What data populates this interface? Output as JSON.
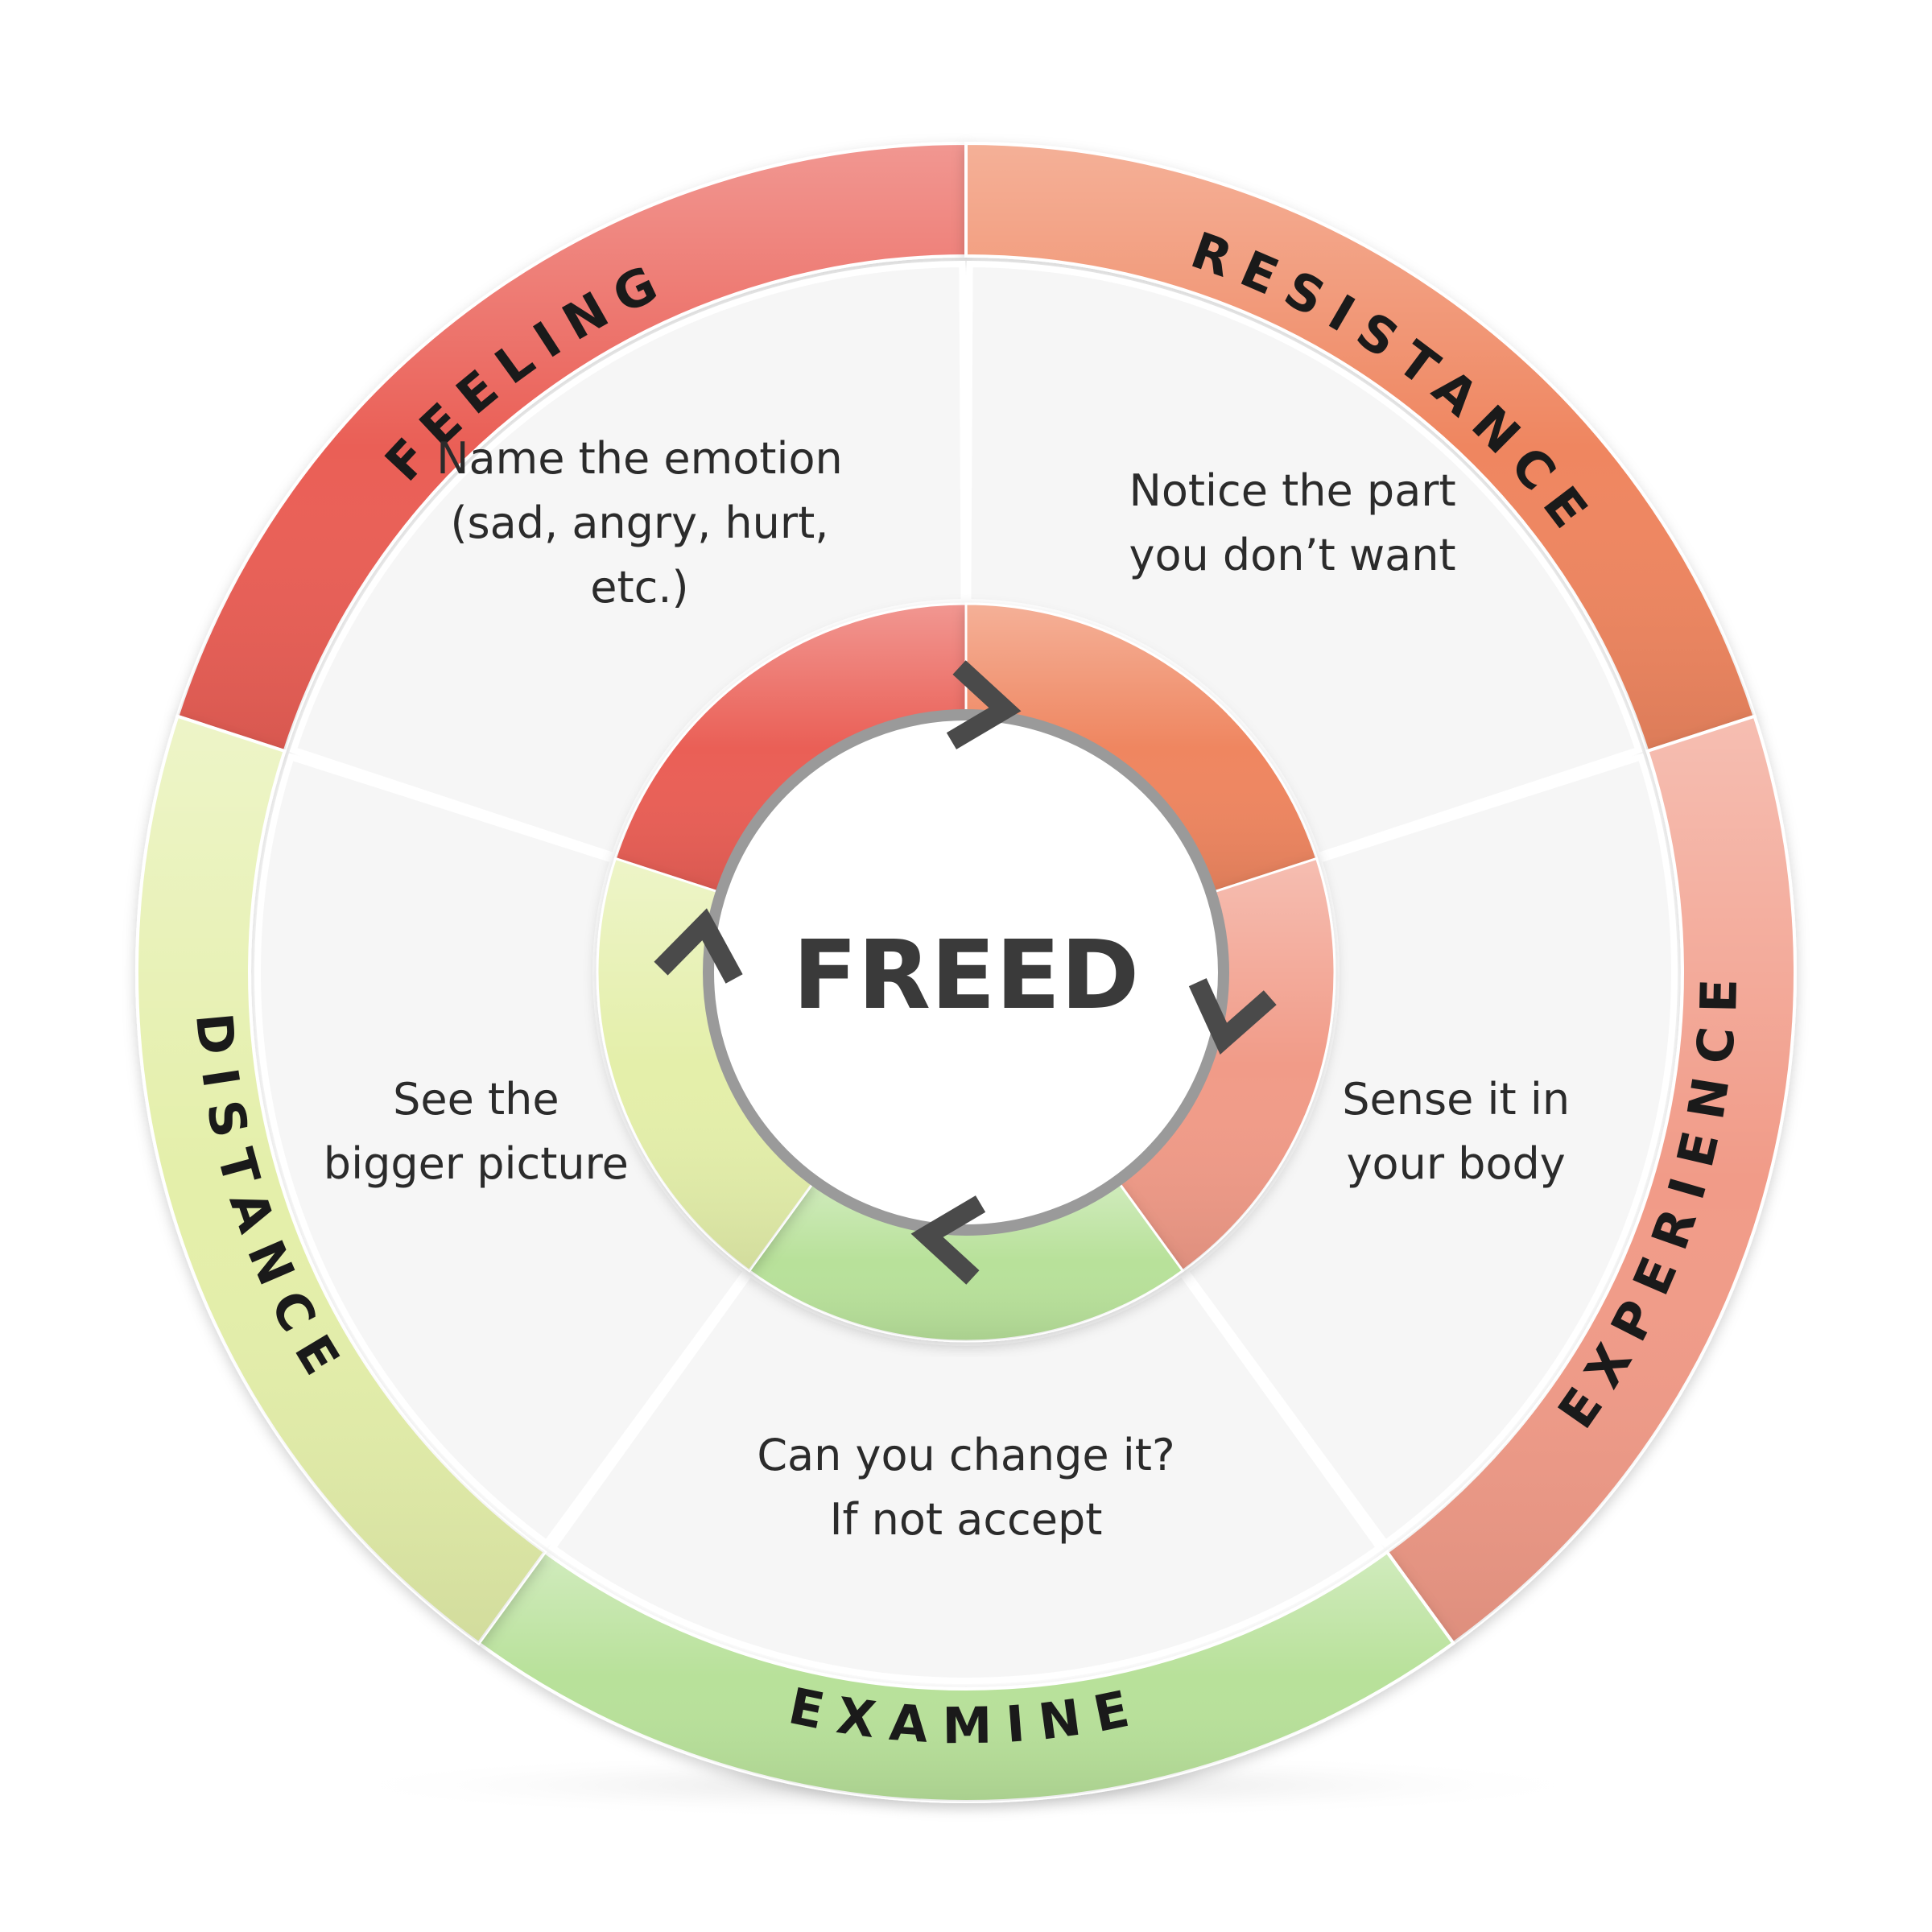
{
  "center": {
    "title": "FREED"
  },
  "segments": [
    {
      "label": "FEELING",
      "description": [
        "Name the emotion",
        "(sad, angry, hurt,",
        "etc.)"
      ],
      "color": "#ea5f57"
    },
    {
      "label": "RESISTANCE",
      "description": [
        "Notice the part",
        "you don’t want"
      ],
      "color": "#ef8660"
    },
    {
      "label": "EXPERIENCE",
      "description": [
        "Sense it in",
        "your body"
      ],
      "color": "#f19b88"
    },
    {
      "label": "EXAMINE",
      "description": [
        "Can you change it?",
        "If not accept"
      ],
      "color": "#b8e19a"
    },
    {
      "label": "DISTANCE",
      "description": [
        "See the",
        "bigger picture"
      ],
      "color": "#e4efaa"
    }
  ],
  "colors": {
    "panel_fill": "#f6f6f6",
    "panel_border": "#ffffff",
    "arrow": "#4a4a4a",
    "center_ring": "#9a9a9a"
  }
}
